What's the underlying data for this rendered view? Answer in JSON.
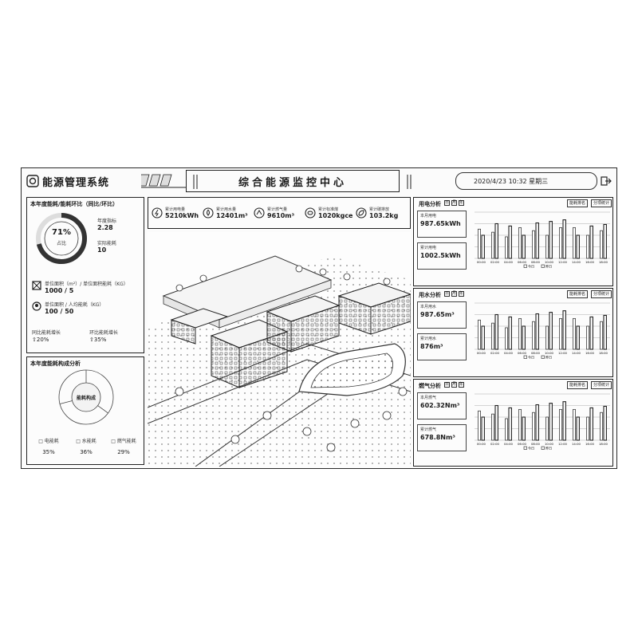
{
  "header": {
    "system_title": "能源管理系统",
    "center_title": "综合能源监控中心",
    "datetime": "2020/4/23 10:32 星期三"
  },
  "left_top": {
    "title": "本年度能耗/能耗环比（同比/环比）",
    "gauge_percent": 71,
    "gauge_percent_text": "71%",
    "gauge_label": "占比",
    "item1_label": "年度指标",
    "item1_value": "2.28",
    "item2_label": "实际能耗",
    "item2_value": "10",
    "row1_label": "单位面积（m²）/ 单位面积能耗（KG）",
    "row1_value": "1000 / 5",
    "row2_label": "单位面积 / 人均能耗（KG）",
    "row2_value": "100 / 50",
    "col1_label": "同比能耗增长",
    "col1_value": "20%",
    "col2_label": "环比能耗增长",
    "col2_value": "35%"
  },
  "left_bot": {
    "title": "本年度能耗构成分析",
    "donut_label": "能耗构成",
    "legend": [
      {
        "label": "电能耗",
        "value": "35%",
        "fraction": 0.35
      },
      {
        "label": "水能耗",
        "value": "36%",
        "fraction": 0.36
      },
      {
        "label": "燃气能耗",
        "value": "29%",
        "fraction": 0.29
      }
    ]
  },
  "stats": [
    {
      "label": "累计用电量",
      "value": "5210kWh",
      "icon": "power-icon"
    },
    {
      "label": "累计用水量",
      "value": "12401m³",
      "icon": "water-drop-icon"
    },
    {
      "label": "累计燃气量",
      "value": "9610m³",
      "icon": "flame-icon"
    },
    {
      "label": "累计标准煤",
      "value": "1020kgce",
      "icon": "coal-icon"
    },
    {
      "label": "累计碳排放",
      "value": "103.2kg",
      "icon": "leaf-icon"
    }
  ],
  "right_panels": [
    {
      "title": "用电分析",
      "btn1": "能耗排名",
      "btn2": "分项统计",
      "sub1_label": "本月用电",
      "sub1_value": "987.65kWh",
      "sub2_label": "累计用电",
      "sub2_value": "1002.5kWh"
    },
    {
      "title": "用水分析",
      "btn1": "能耗排名",
      "btn2": "分项统计",
      "sub1_label": "本月用水",
      "sub1_value": "987.65m³",
      "sub2_label": "累计用水",
      "sub2_value": "876m³"
    },
    {
      "title": "燃气分析",
      "btn1": "能耗排名",
      "btn2": "分项统计",
      "sub1_label": "本月燃气",
      "sub1_value": "602.32Nm³",
      "sub2_label": "累计燃气",
      "sub2_value": "678.8Nm³"
    }
  ],
  "chart_data": [
    {
      "type": "bar",
      "categories": [
        "00:00",
        "02:00",
        "04:00",
        "06:00",
        "08:00",
        "10:00",
        "12:00",
        "14:00",
        "16:00",
        "18:00"
      ],
      "series": [
        {
          "name": "今日",
          "values": [
            30,
            45,
            42,
            30,
            46,
            48,
            50,
            30,
            42,
            44
          ]
        },
        {
          "name": "昨日",
          "values": [
            38,
            34,
            28,
            40,
            36,
            30,
            40,
            40,
            30,
            36
          ]
        }
      ],
      "ylim": [
        0,
        60
      ]
    },
    {
      "type": "bar",
      "categories": [
        "00:00",
        "02:00",
        "04:00",
        "06:00",
        "08:00",
        "10:00",
        "12:00",
        "14:00",
        "16:00",
        "18:00"
      ],
      "series": [
        {
          "name": "今日",
          "values": [
            30,
            45,
            42,
            30,
            46,
            48,
            50,
            30,
            42,
            44
          ]
        },
        {
          "name": "昨日",
          "values": [
            38,
            34,
            28,
            40,
            36,
            30,
            40,
            40,
            30,
            36
          ]
        }
      ],
      "ylim": [
        0,
        60
      ]
    },
    {
      "type": "bar",
      "categories": [
        "00:00",
        "02:00",
        "04:00",
        "06:00",
        "08:00",
        "10:00",
        "12:00",
        "14:00",
        "16:00",
        "18:00"
      ],
      "series": [
        {
          "name": "今日",
          "values": [
            30,
            45,
            42,
            30,
            46,
            48,
            50,
            30,
            42,
            44
          ]
        },
        {
          "name": "昨日",
          "values": [
            38,
            34,
            28,
            40,
            36,
            30,
            40,
            40,
            30,
            36
          ]
        }
      ],
      "ylim": [
        0,
        60
      ]
    }
  ]
}
